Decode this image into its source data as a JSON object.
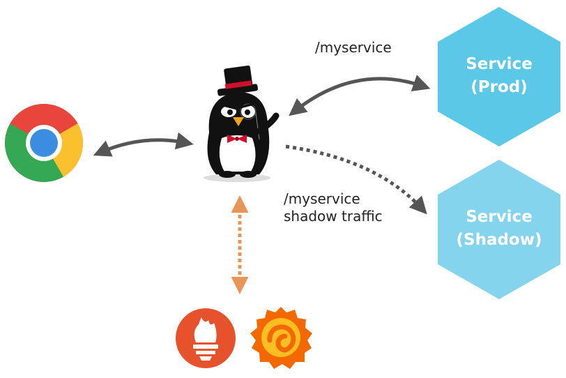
{
  "labels": {
    "prod_route": "/myservice",
    "shadow_route": "/myservice",
    "shadow_traffic": "shadow traffic"
  },
  "services": {
    "prod": {
      "line1": "Service",
      "line2": "(Prod)",
      "color": "#5bc8e8"
    },
    "shadow": {
      "line1": "Service",
      "line2": "(Shadow)",
      "color": "#85d4ee"
    }
  },
  "icons": {
    "browser": "chrome-browser-icon",
    "proxy": "penguin-mascot-icon",
    "metrics": "prometheus-icon",
    "dashboards": "grafana-icon"
  },
  "colors": {
    "arrow": "#555555",
    "metrics_arrow": "#e8955a",
    "prometheus": "#e6522c",
    "grafana": "#f46800"
  }
}
